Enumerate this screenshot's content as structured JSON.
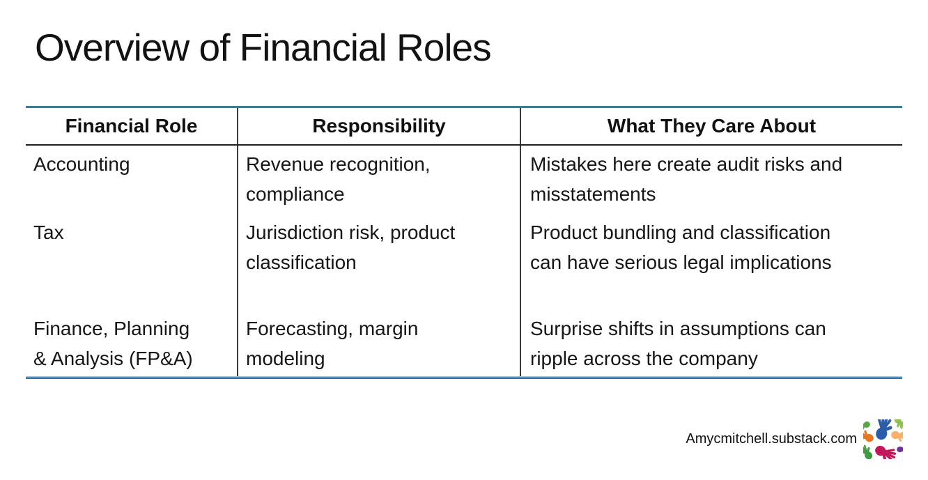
{
  "slide": {
    "title": "Overview of Financial Roles",
    "footer_url": "Amycmitchell.substack.com"
  },
  "table": {
    "columns": [
      "Financial Role",
      "Responsibility",
      "What They Care About"
    ],
    "rows": [
      {
        "role": "Accounting",
        "responsibility": "Revenue recognition, compliance",
        "care_about": "Mistakes here create audit risks and misstatements"
      },
      {
        "role": "Tax",
        "responsibility": "Jurisdiction risk, product classification",
        "care_about": "Product bundling and classification can have serious legal implications"
      },
      {
        "role": "Finance, Planning & Analysis (FP&A)",
        "responsibility": "Forecasting, margin modeling",
        "care_about": "Surprise shifts in assumptions can ripple across the company"
      }
    ]
  },
  "colors": {
    "table_top_border": "#3B7B95",
    "table_bottom_border": "#2E75B6",
    "header_rule": "#1F1F1F",
    "column_rule": "#3A3A3A",
    "text": "#141414",
    "background": "#FFFFFF"
  },
  "logo": {
    "description": "colorful-hands-logo",
    "hand_colors": [
      "#2A5CAA",
      "#E87722",
      "#F6B26B",
      "#C2185B",
      "#3F9B42",
      "#8BC34A",
      "#7030A0",
      "#5AA646"
    ]
  }
}
